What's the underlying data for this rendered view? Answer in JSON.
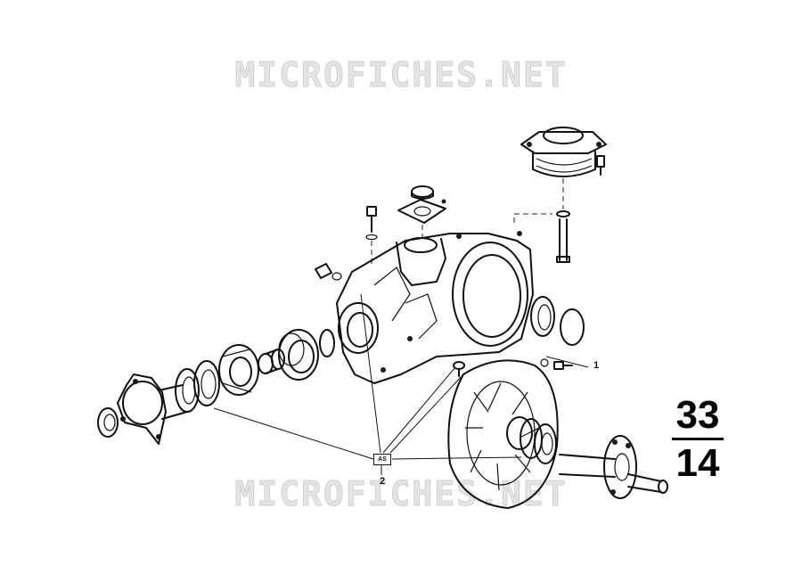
{
  "watermark": {
    "text": "MICROFICHES.NET"
  },
  "callouts": {
    "one": "1",
    "two": "2"
  },
  "ref_tag": {
    "text": "AS"
  },
  "group_number": {
    "top": "33",
    "bottom": "14"
  }
}
